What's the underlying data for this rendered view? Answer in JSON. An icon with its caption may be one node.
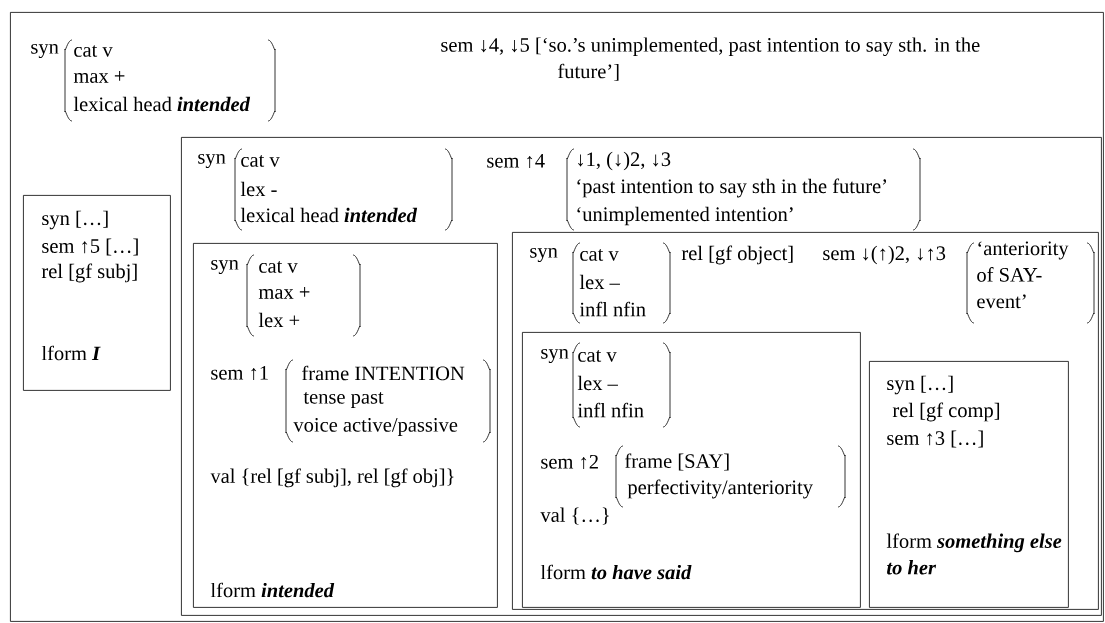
{
  "diagram": {
    "nodes": [
      {
        "text": [
          "syn",
          "cat v",
          "max +",
          "lexical head **intended**",
          "sem ↓4, ↓5 [‘so.’s unimplemented,  past intention to say sth. in the future’]"
        ]
      },
      {
        "text": [
          "syn  […]",
          "sem ↑5 […]",
          "rel [gf subj]",
          "lform **I**"
        ],
        "in": 0
      },
      {
        "text": [
          "syn",
          "cat v",
          "lex -",
          "lexical head **intended**",
          "sem ↑4",
          "↓1, (↓)2, ↓3",
          "‘past intention to say sth in the future’",
          "‘unimplemented intention’"
        ],
        "in": 0
      },
      {
        "text": [
          "syn",
          "cat v",
          "max +",
          "lex +",
          "sem  ↑1",
          "frame INTENTION",
          "tense past",
          "voice active/passive",
          "val {rel [gf subj], rel [gf obj]}",
          "lform **intended**"
        ],
        "in": 2
      },
      {
        "text": [
          "syn",
          "cat v",
          "lex –",
          "infl nfin",
          "rel [gf object]",
          "sem ↓(↑)2, ↓↑3",
          "‘anteriority of SAY- event’"
        ],
        "in": 2
      },
      {
        "text": [
          "syn",
          "cat v",
          "lex –",
          "infl nfin",
          "sem ↑2",
          "frame [SAY]",
          "perfectivity/anteriority",
          "val {…}",
          "lform **to have said**"
        ],
        "in": 4
      },
      {
        "text": [
          "syn […]",
          "rel [gf comp]",
          "sem ↑3 […]",
          "lform **something else to her**"
        ],
        "in": 4
      }
    ]
  }
}
